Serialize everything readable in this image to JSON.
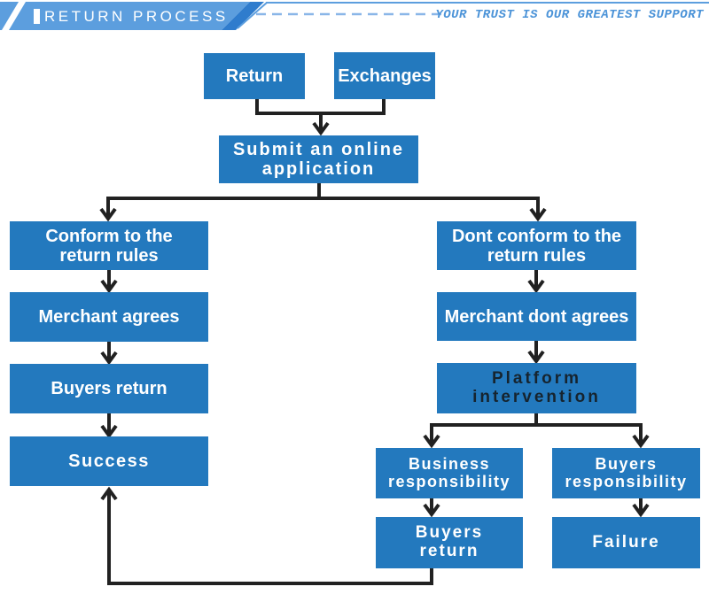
{
  "header": {
    "title": "RETURN PROCESS",
    "tagline": "YOUR TRUST IS OUR GREATEST SUPPORT",
    "banner_color": "#5c9ede",
    "accent_color": "#2f7ccd",
    "dash_color": "#8ab6e8",
    "tagline_color": "#4b93d8"
  },
  "flowchart": {
    "box_color": "#2379be",
    "box_text_color": "#ffffff",
    "platform_text_color": "#16242f",
    "line_color": "#212121",
    "nodes": {
      "return": {
        "label": "Return"
      },
      "exchanges": {
        "label": "Exchanges"
      },
      "submit": {
        "label": "Submit an online\napplication"
      },
      "conform": {
        "label": "Conform to the\nreturn rules"
      },
      "merchant_agrees": {
        "label": "Merchant agrees"
      },
      "buyers_return_left": {
        "label": "Buyers return"
      },
      "success": {
        "label": "Success"
      },
      "dont_conform": {
        "label": "Dont conform to the\nreturn rules"
      },
      "merchant_dont_agrees": {
        "label": "Merchant dont agrees"
      },
      "platform_intervention": {
        "label": "Platform\nintervention"
      },
      "business_responsibility": {
        "label": "Business\nresponsibility"
      },
      "buyers_responsibility": {
        "label": "Buyers\nresponsibility"
      },
      "buyers_return_bottom": {
        "label": "Buyers\nreturn"
      },
      "failure": {
        "label": "Failure"
      }
    }
  }
}
